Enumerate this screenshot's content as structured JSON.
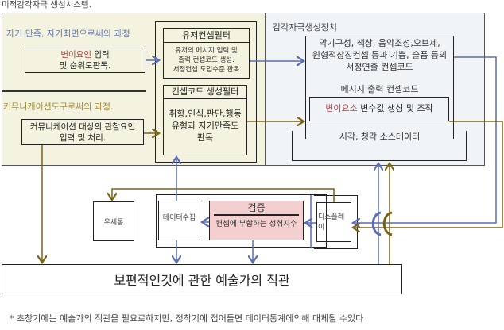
{
  "title": "미적감각자극 생성시스템.",
  "left_panel": {
    "section1_label": "자기 만족, 자기최면으로써의 과정",
    "section1_box": {
      "red_text": "변이요인",
      "line1_rest": " 입력",
      "line2": "및 순위도판독."
    },
    "section2_label": "커뮤니케이션도구로써의 과정.",
    "section2_box": {
      "line1": "커뮤니케이션 대상의 관찰요인",
      "line2": "입력 및 처리."
    },
    "user_filter": {
      "title": "유저컨셉필터",
      "line1": "유저의 메시지 입력 및",
      "line2": "출력 컨셉코드 생성.",
      "line3": "서정컨셉 도입수준 판독"
    },
    "concept_filter": {
      "title": "컨셉코드 생성필터",
      "line1": "취향,인식,판단,행동",
      "line2": "유형과 자기만족도",
      "line3": "판독"
    }
  },
  "right_panel": {
    "label": "감각자극생성장치",
    "concept_box": {
      "line1": "악기구성, 색상, 음악조성,오브제,",
      "line2": "원형적상징컨셉 등과 기쁨, 슬픔 등의",
      "line3": "서정연출 컨셉코드"
    },
    "message_label": "메시지 출력 컨셉코드",
    "variant_box": {
      "red_text": "변이요소",
      "rest": " 변수값 생성 및 조작"
    },
    "source_label": "시각, 청각 소스데이터"
  },
  "bottom": {
    "mailbox_label": "우세통",
    "data_collect_label": "데이터수집",
    "verify": {
      "title": "검증",
      "text": "컨셉에 부합하는 성취지수"
    },
    "display_label": "디스플레이",
    "final_box": "보편적인것에 관한 예술가의 직관",
    "footnote": "* 초창기에는 예술가의 직관을 필요로하지만, 정착기에 접어들면 데이터통계에의해 대체될 수있다"
  },
  "colors": {
    "left_panel_bg": "#f3f3df",
    "right_panel_bg": "#f1f4f7",
    "blue_line": "#5b6db5",
    "olive_line": "#7a6218",
    "red_text": "#b0404a",
    "verify_bg": "#f3cfcf"
  }
}
